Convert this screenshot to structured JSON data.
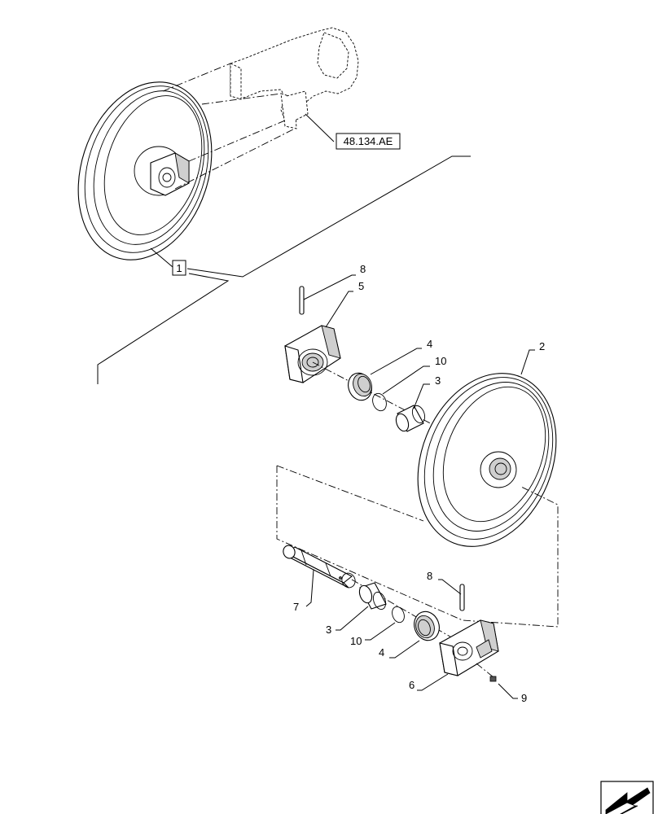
{
  "reference_box": {
    "text": "48.134.AE"
  },
  "assembly_marker": {
    "text": "1"
  },
  "callouts": {
    "pin_top": "8",
    "housing_top": "5",
    "seal_top": "4",
    "ring_top": "10",
    "bushing_top": "3",
    "wheel": "2",
    "pin_bottom": "8",
    "shaft": "7",
    "bushing_bottom": "3",
    "ring_bottom": "10",
    "seal_bottom": "4",
    "housing_bottom": "6",
    "plug": "9"
  },
  "nav_icon": "next-page-arrow-icon"
}
